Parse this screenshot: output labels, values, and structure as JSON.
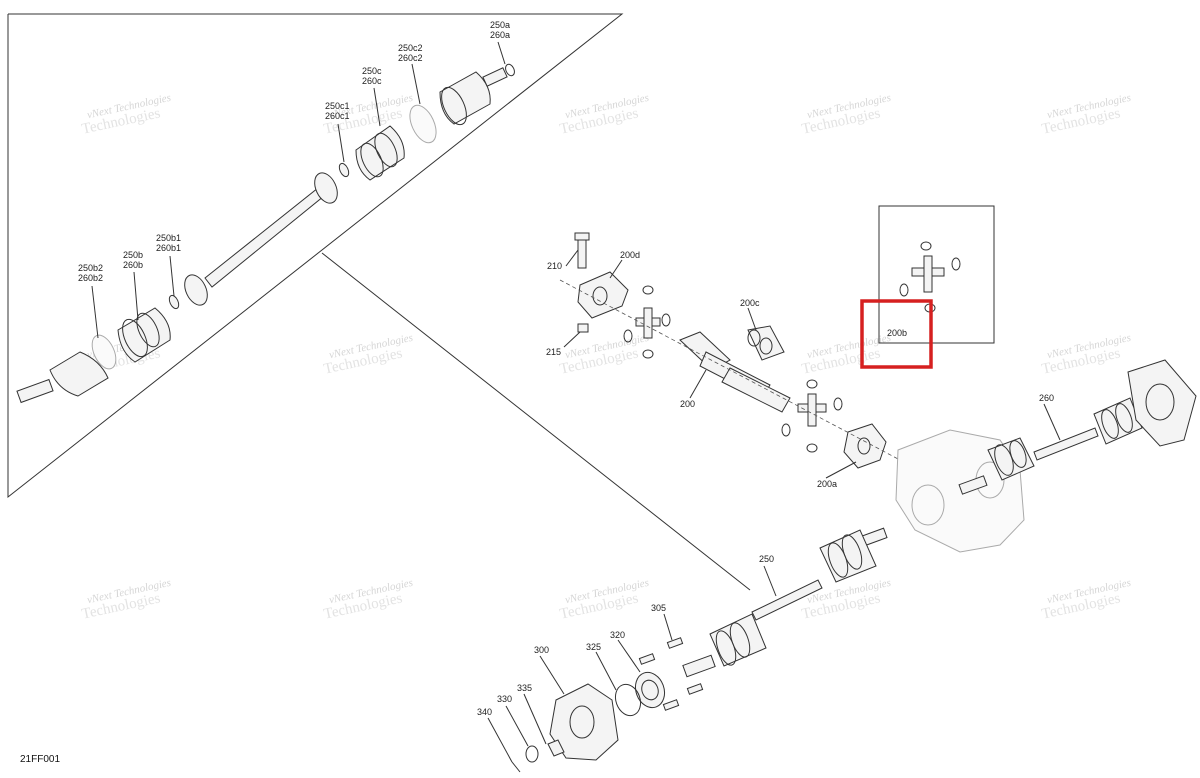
{
  "diagram": {
    "figure_code": "21FF001",
    "watermark": {
      "line1": "vNext Technologies",
      "line2": "Technologies"
    },
    "highlight_color": "#d62020",
    "callouts": {
      "c250a": [
        "250a",
        "260a"
      ],
      "c250c2": [
        "250c2",
        "260c2"
      ],
      "c250c": [
        "250c",
        "260c"
      ],
      "c250c1": [
        "250c1",
        "260c1"
      ],
      "c250b1": [
        "250b1",
        "260b1"
      ],
      "c250b": [
        "250b",
        "260b"
      ],
      "c250b2": [
        "250b2",
        "260b2"
      ],
      "c210": "210",
      "c200d": "200d",
      "c215": "215",
      "c200c": "200c",
      "c200": "200",
      "c200b": "200b",
      "c200a": "200a",
      "c260": "260",
      "c250": "250",
      "c305": "305",
      "c320": "320",
      "c325": "325",
      "c300": "300",
      "c335": "335",
      "c330": "330",
      "c340": "340"
    }
  }
}
